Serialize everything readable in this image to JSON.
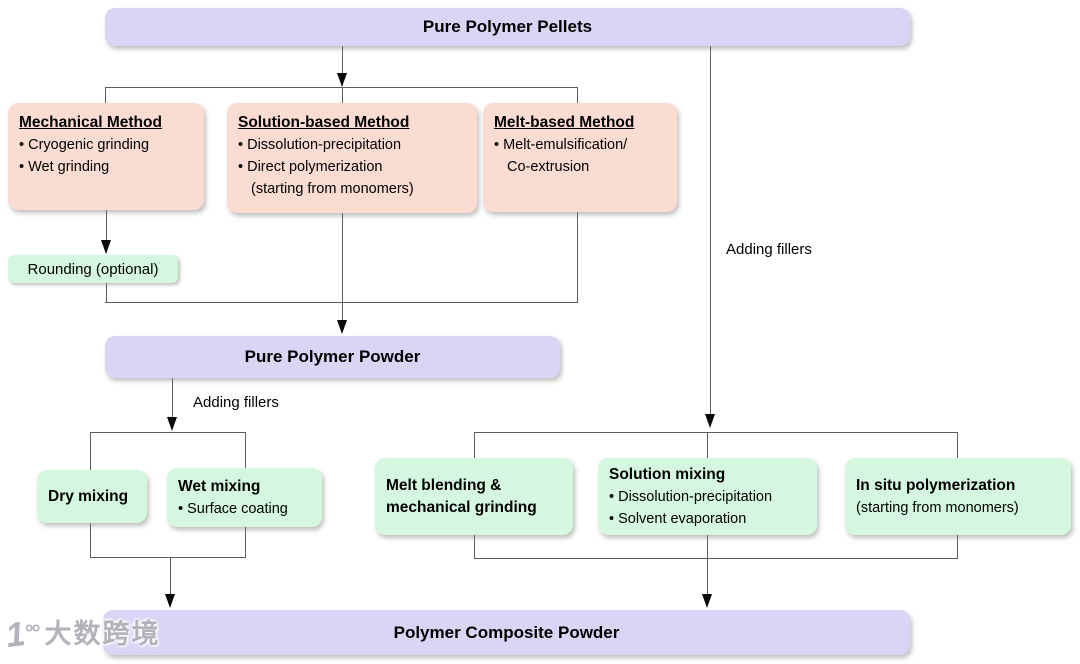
{
  "colors": {
    "node_purple": "#dcd4f4",
    "node_pink": "#fbdcd2",
    "node_green": "#d6f7df",
    "connector_line": "#5c5c5c",
    "arrow": "#0a0a0a",
    "text": "#000000",
    "watermark_gray": "#b5b1ba"
  },
  "flow": {
    "pellets": {
      "label": "Pure Polymer Pellets"
    },
    "methods": {
      "mechanical": {
        "title": "Mechanical Method",
        "lines": [
          "• Cryogenic grinding",
          "• Wet grinding"
        ]
      },
      "solution": {
        "title": "Solution-based Method",
        "lines": [
          "• Dissolution-precipitation",
          "• Direct polymerization",
          "(starting from monomers)"
        ]
      },
      "melt": {
        "title": "Melt-based Method",
        "lines": [
          "• Melt-emulsification/",
          "Co-extrusion"
        ]
      }
    },
    "rounding": {
      "label": "Rounding (optional)"
    },
    "powder": {
      "label": "Pure Polymer Powder"
    },
    "labels": {
      "adding_fillers_left": "Adding fillers",
      "adding_fillers_right": "Adding fillers"
    },
    "composite_methods": {
      "dry": {
        "title": "Dry mixing"
      },
      "wet": {
        "title": "Wet mixing",
        "lines": [
          "• Surface coating"
        ]
      },
      "melt_blending": {
        "title_lines": [
          "Melt blending &",
          "mechanical grinding"
        ]
      },
      "solution_mixing": {
        "title": "Solution mixing",
        "lines": [
          "• Dissolution-precipitation",
          "• Solvent evaporation"
        ]
      },
      "in_situ": {
        "title": "In situ polymerization",
        "lines": [
          "(starting from monomers)"
        ]
      }
    },
    "composite": {
      "label": "Polymer Composite Powder"
    }
  },
  "watermark": {
    "logo_one": "1",
    "logo_oo": "°°",
    "text": "大数跨境"
  }
}
